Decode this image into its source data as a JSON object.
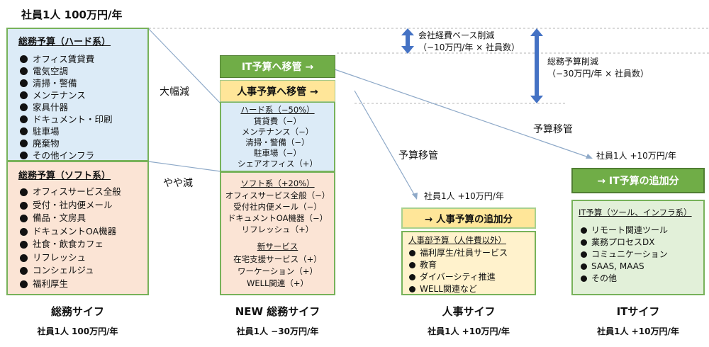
{
  "top_label": "社員1人 100万円/年",
  "col1": {
    "hard": {
      "title": "総務予算（ハード系）",
      "items": [
        "オフィス賃貸費",
        "電気空調",
        "清掃・警備",
        "メンテナンス",
        "家具什器",
        "ドキュメント・印刷",
        "駐車場",
        "廃棄物",
        "その他インフラ"
      ]
    },
    "soft": {
      "title": "総務予算（ソフト系）",
      "items": [
        "オフィスサービス全般",
        "受付・社内便メール",
        "備品・文房具",
        "ドキュメントOA機器",
        "社食・飲食カフェ",
        "リフレッシュ",
        "コンシェルジュ",
        "福利厚生"
      ]
    },
    "footer_title": "総務サイフ",
    "footer_value": "社員1人 100万円/年"
  },
  "labels": {
    "big_cut": "大幅減",
    "small_cut": "やや減",
    "transfer1": "予算移管",
    "transfer2": "予算移管"
  },
  "col2": {
    "it_banner": "IT予算へ移管 →",
    "hr_banner": "人事予算へ移管 →",
    "hard": {
      "title": "ハード系（−50%）",
      "items": [
        "賃貸費（−）",
        "メンテナンス（−）",
        "清掃・警備（−）",
        "駐車場（−）",
        "シェアオフィス（+）"
      ]
    },
    "soft": {
      "title": "ソフト系（+20%）",
      "items": [
        "オフィスサービス全般（−）",
        "受付社内便メール（−）",
        "ドキュメントOA機器（−）",
        "リフレッシュ（+）"
      ]
    },
    "new_services": {
      "title": "新サービス",
      "items": [
        "在宅支援サービス（+）",
        "ワーケーション（+）",
        "WELL関連（+）"
      ]
    },
    "footer_title": "NEW 総務サイフ",
    "footer_value": "社員1人 −30万円/年"
  },
  "annotations": {
    "company_cut": [
      "会社経費ベース削減",
      "（−10万円/年 × 社員数）"
    ],
    "ga_cut": [
      "総務予算削減",
      "（−30万円/年 × 社員数）"
    ]
  },
  "col3": {
    "add_label": "社員1人 +10万円/年",
    "banner": "→ 人事予算の追加分",
    "title": "人事部予算（人件費以外）",
    "items": [
      "福利厚生/社員サービス",
      "教育",
      "ダイバーシティ推進",
      "WELL関連など"
    ],
    "footer_title": "人事サイフ",
    "footer_value": "社員1人 +10万円/年"
  },
  "col4": {
    "add_label": "社員1人 +10万円/年",
    "banner": "→ IT予算の追加分",
    "title": "IT予算（ツール、インフラ系）",
    "items": [
      "リモート関連ツール",
      "業務プロセスDX",
      "コミュニケーション",
      "SAAS, MAAS",
      "その他"
    ],
    "footer_title": "ITサイフ",
    "footer_value": "社員1人 +10万円/年"
  },
  "colors": {
    "green_border": "#77b25a",
    "banner_green": "#70ad47",
    "banner_yellow": "#ffe699",
    "light_blue": "#dcebf7",
    "peach": "#fbe4d5",
    "arrow_blue": "#4472c4"
  }
}
